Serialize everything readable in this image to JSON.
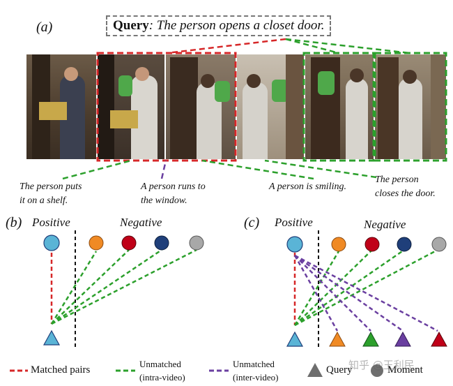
{
  "panel_a": {
    "label": "(a)",
    "query_prefix": "Query",
    "query_text": ": The person opens a closet door.",
    "captions": [
      {
        "line1": "The person puts",
        "line2": "it on a shelf."
      },
      {
        "line1": "A person runs to",
        "line2": "the window."
      },
      {
        "line1": "A person is smiling.",
        "line2": ""
      },
      {
        "line1": "The person",
        "line2": "closes the door."
      }
    ]
  },
  "panel_b": {
    "label": "(b)",
    "positive": "Positive",
    "negative": "Negative"
  },
  "panel_c": {
    "label": "(c)",
    "positive": "Positive",
    "negative": "Negative"
  },
  "legend": {
    "matched": "Matched pairs",
    "unmatched_intra_1": "Unmatched",
    "unmatched_intra_2": "(intra-video)",
    "unmatched_inter_1": "Unmatched",
    "unmatched_inter_2": "(inter-video)",
    "query": "Query",
    "moment": "Moment"
  },
  "watermark": "知乎 @王利民",
  "colors": {
    "red": "#d62728",
    "green": "#2ca02c",
    "purple": "#6a3fa0",
    "blue": "#5ab4d6",
    "orange": "#f08a24",
    "darkred": "#c00018",
    "navy": "#1f3f7a",
    "gray": "#a8a8a8"
  }
}
